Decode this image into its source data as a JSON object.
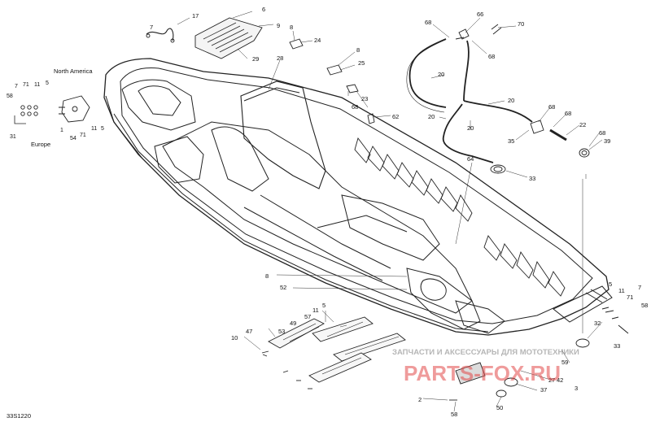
{
  "diagram_code": "33S1220",
  "region_labels": {
    "north_america": "North America",
    "europe": "Europe"
  },
  "callouts": {
    "c17": "17",
    "c6": "6",
    "c9": "9",
    "c29": "29",
    "c7": "7",
    "c8a": "8",
    "c24": "24",
    "c8b": "8",
    "c25": "25",
    "c68a": "68",
    "c66": "66",
    "c70": "70",
    "c68b": "68",
    "c20a": "20",
    "c20b": "20",
    "c20c": "20",
    "c20d": "20",
    "c28": "28",
    "c23": "23",
    "c68c": "68",
    "c62": "62",
    "c68d": "68",
    "c68e": "68",
    "c22": "22",
    "c35": "35",
    "c68f": "68",
    "c39": "39",
    "c33a": "33",
    "c64": "64",
    "l7": "7",
    "l71": "71",
    "l11": "11",
    "l5": "5",
    "l58": "58",
    "l1": "1",
    "l54": "54",
    "l71b": "71",
    "l11b": "11",
    "l5b": "5",
    "l31": "31",
    "c8c": "8",
    "c52": "52",
    "c11": "11",
    "c5": "5",
    "c57": "57",
    "c49": "49",
    "c53": "53",
    "c47": "47",
    "c10": "10",
    "c2": "2",
    "c58": "58",
    "c50": "50",
    "c37": "37",
    "c27": "27",
    "c42": "42",
    "c3": "3",
    "c33b": "33",
    "c32": "32",
    "r5": "5",
    "r11": "11",
    "r71": "71",
    "r7": "7",
    "r58": "58",
    "c59": "59"
  },
  "watermark": {
    "text_ru": "ЗАПЧАСТИ И АКСЕССУАРЫ ДЛЯ МОТОТЕХНИКИ",
    "brand": "PARTS-FOX.RU"
  }
}
